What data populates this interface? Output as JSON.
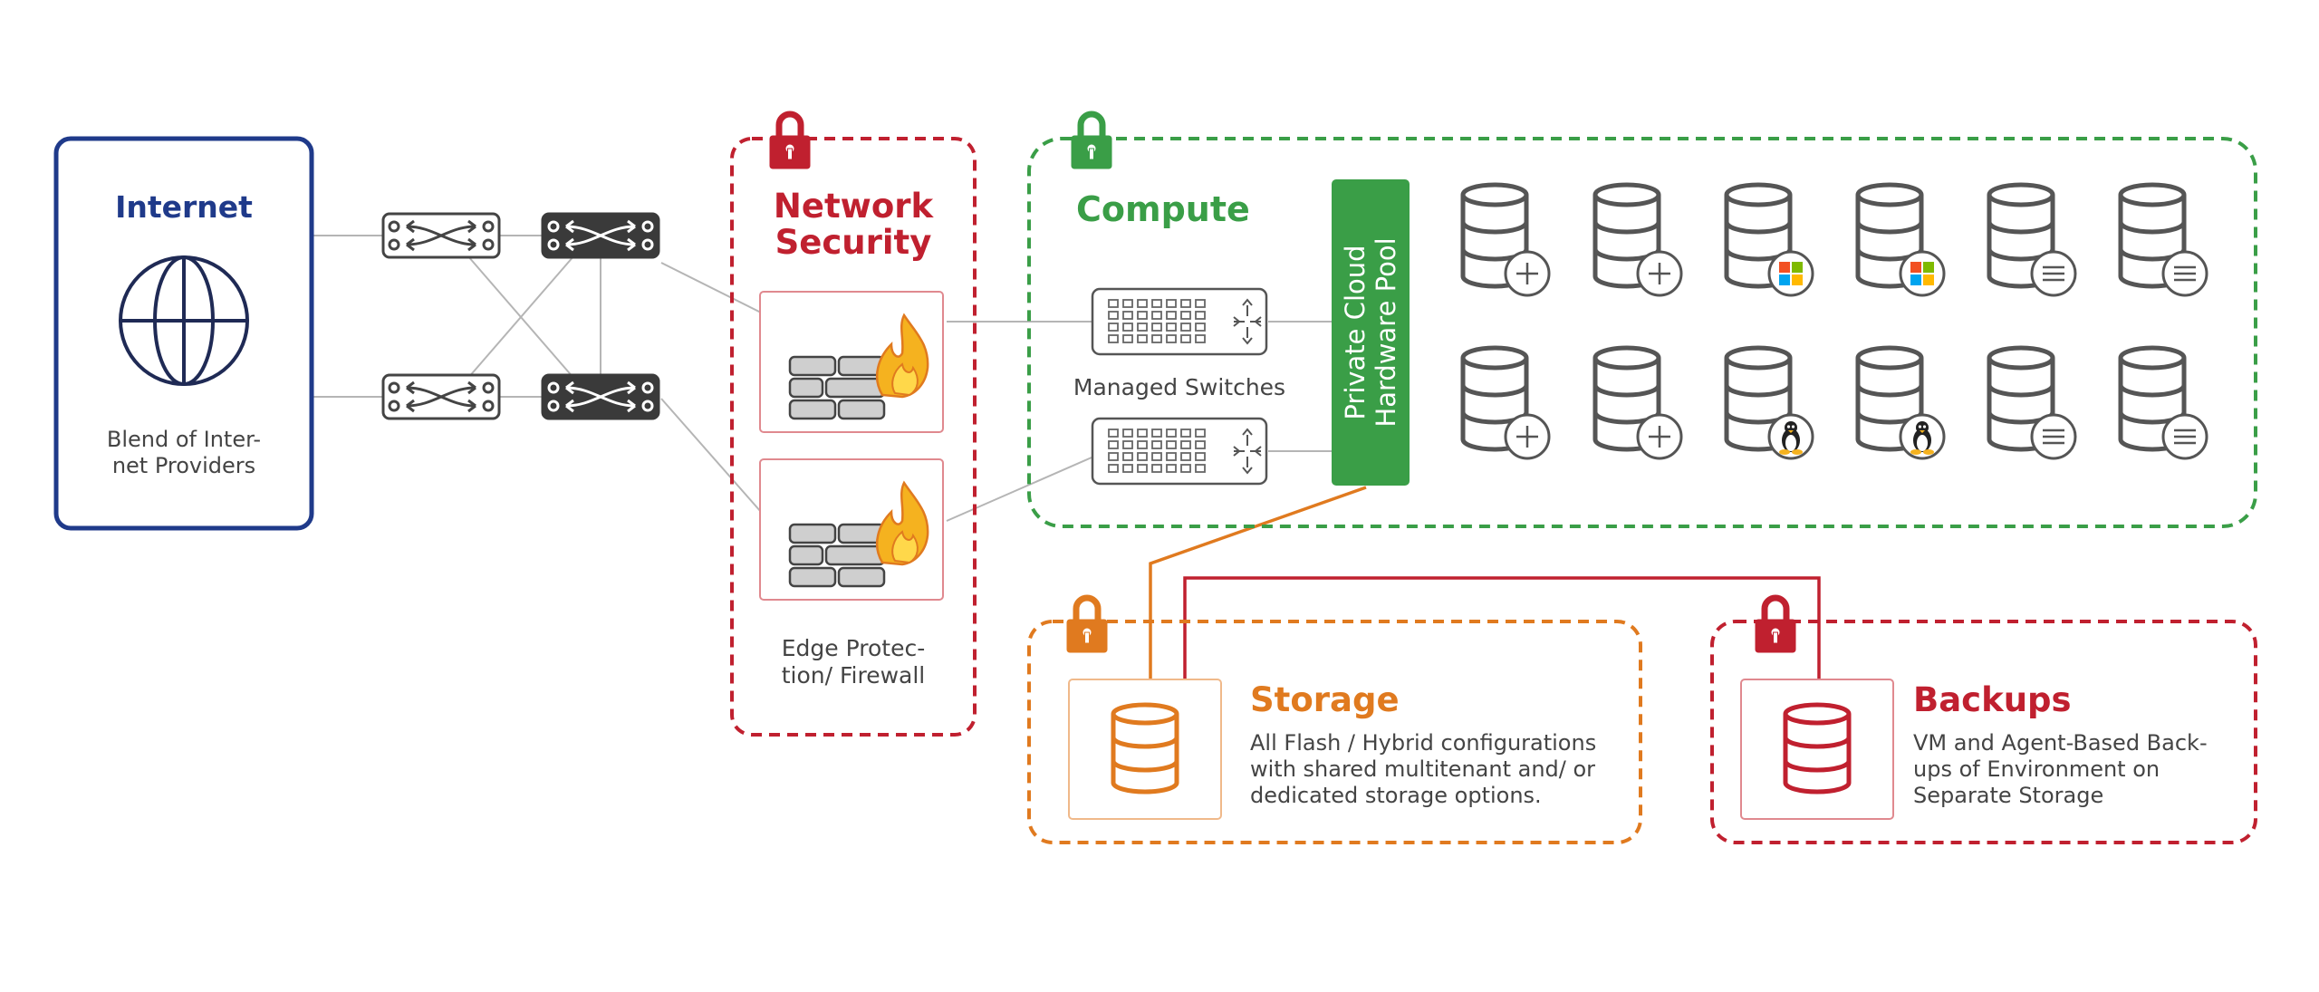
{
  "internet": {
    "title": "Internet",
    "caption_line1": "Blend of Inter-",
    "caption_line2": "net Providers"
  },
  "network_security": {
    "title_line1": "Network",
    "title_line2": "Security",
    "caption_line1": "Edge Protec-",
    "caption_line2": "tion/ Firewall"
  },
  "compute": {
    "title": "Compute",
    "switches_label": "Managed Switches",
    "pool_line1": "Private Cloud",
    "pool_line2": "Hardware Pool",
    "servers_top": [
      "plus",
      "plus",
      "windows",
      "windows",
      "list",
      "list"
    ],
    "servers_bottom": [
      "plus",
      "plus",
      "linux",
      "linux",
      "list",
      "list"
    ]
  },
  "storage": {
    "title": "Storage",
    "desc_line1": "All Flash / Hybrid configurations",
    "desc_line2": "with shared multitenant and/ or",
    "desc_line3": "dedicated storage options."
  },
  "backups": {
    "title": "Backups",
    "desc_line1": "VM and Agent-Based Back-",
    "desc_line2": "ups of Environment on",
    "desc_line3": "Separate Storage"
  },
  "colors": {
    "internet": "#1f3a8a",
    "security": "#c0202f",
    "compute": "#3a9e47",
    "storage": "#e07a1f",
    "backups": "#c0202f",
    "icon_gray": "#555555",
    "line_gray": "#bbbbbb"
  },
  "icons": {
    "lock": "lock-icon",
    "globe": "globe-icon",
    "router": "router-icon",
    "firewall": "firewall-icon",
    "switch": "switch-icon",
    "server": "server-database-icon",
    "storage": "storage-database-icon"
  }
}
